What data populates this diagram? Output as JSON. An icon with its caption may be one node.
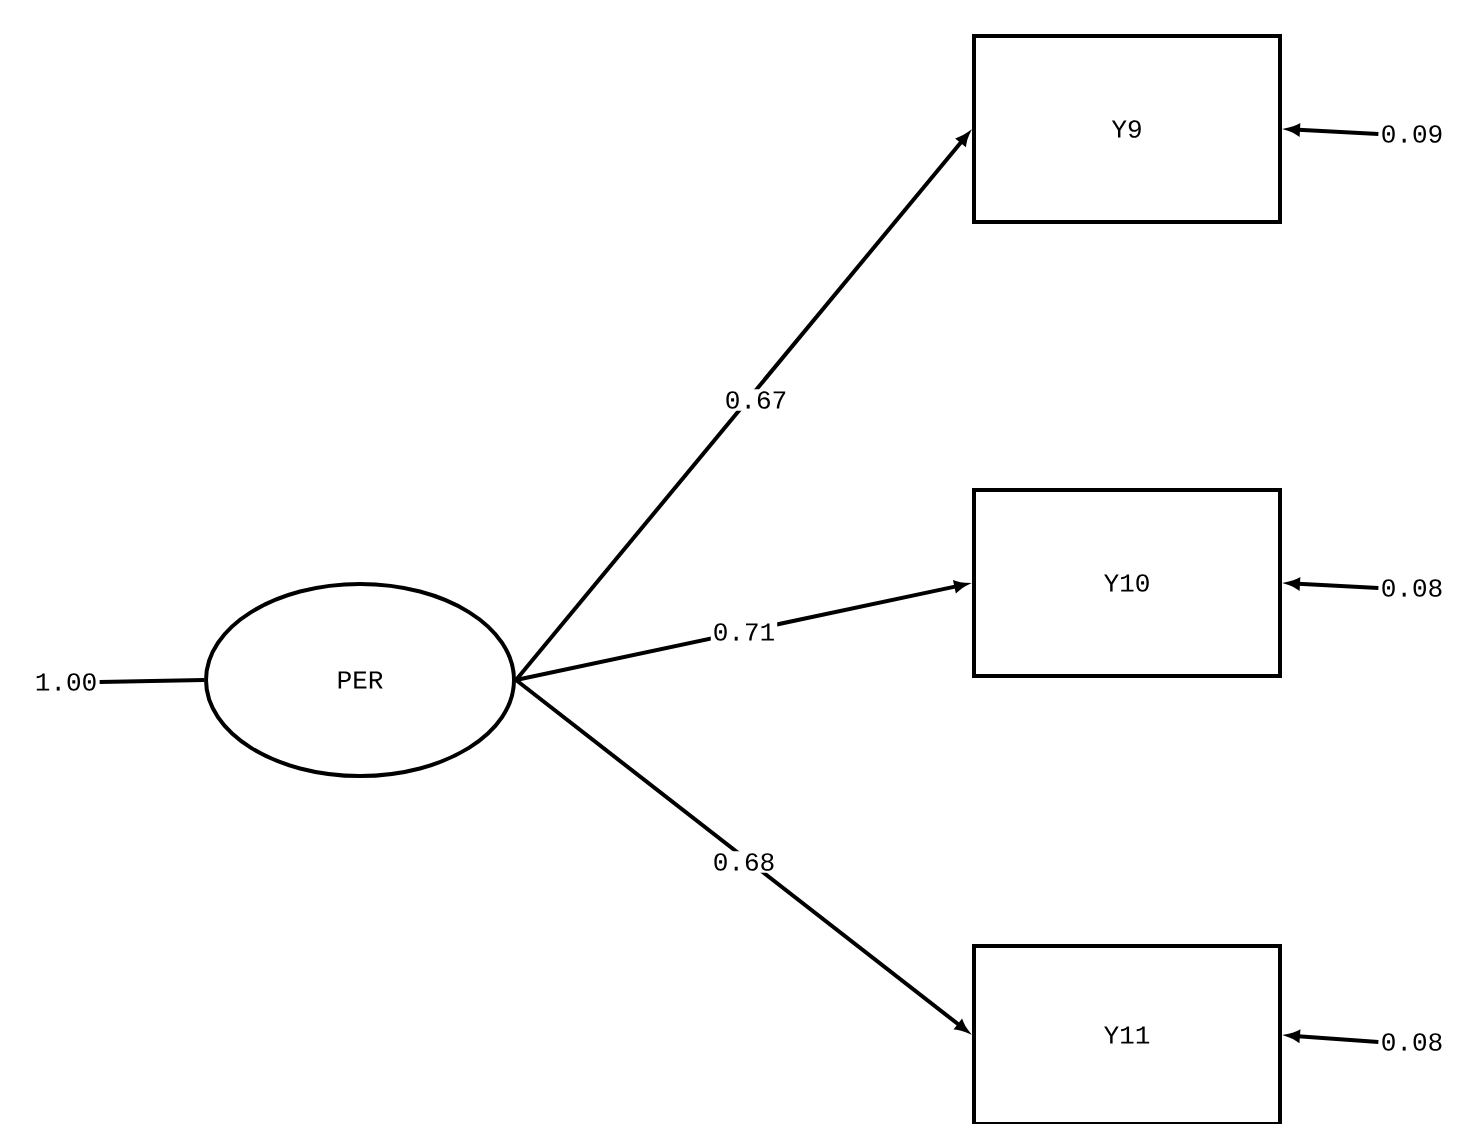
{
  "diagram": {
    "nodes": [
      {
        "text": [
          "PER"
        ]
      },
      {
        "text": [
          "Y9"
        ]
      },
      {
        "text": [
          "Y10"
        ]
      },
      {
        "text": [
          "Y11"
        ]
      },
      {
        "text": [
          "1.00"
        ]
      },
      {
        "text": [
          "0.09"
        ]
      },
      {
        "text": [
          "0.08"
        ]
      },
      {
        "text": [
          "0.08"
        ]
      }
    ],
    "edges": [
      {
        "from": 4,
        "to": 0,
        "arrow": "none"
      },
      {
        "from": 0,
        "to": 1,
        "arrow": "to",
        "label": "0.67"
      },
      {
        "from": 0,
        "to": 2,
        "arrow": "to",
        "label": "0.71"
      },
      {
        "from": 0,
        "to": 3,
        "arrow": "to",
        "label": "0.68"
      },
      {
        "from": 5,
        "to": 1,
        "arrow": "to"
      },
      {
        "from": 6,
        "to": 2,
        "arrow": "to"
      },
      {
        "from": 7,
        "to": 3,
        "arrow": "to"
      }
    ]
  }
}
